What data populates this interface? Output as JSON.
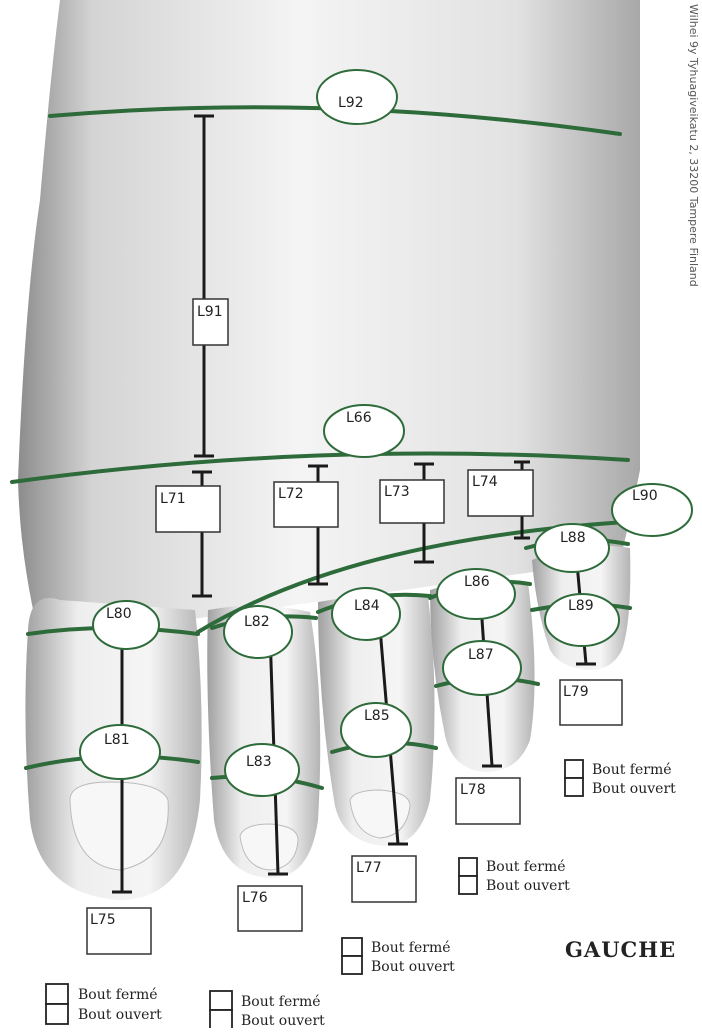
{
  "side_label": "GAUCHE",
  "margin_note": "Wilhei 9y Tyhuagiveikatu 2, 33200 Tampere Finland",
  "colors": {
    "circumference_line": "#2e6b3a",
    "length_line": "#1a1a1a",
    "skin_light": "#f2f2f2",
    "skin_shadow": "#9a9a9a"
  },
  "circumference_labels": {
    "L92": "L92",
    "L66": "L66",
    "L90": "L90",
    "L80": "L80",
    "L81": "L81",
    "L82": "L82",
    "L83": "L83",
    "L84": "L84",
    "L85": "L85",
    "L86": "L86",
    "L87": "L87",
    "L88": "L88",
    "L89": "L89"
  },
  "length_labels": {
    "L91": "L91",
    "L71": "L71",
    "L72": "L72",
    "L73": "L73",
    "L74": "L74",
    "L75": "L75",
    "L76": "L76",
    "L77": "L77",
    "L78": "L78",
    "L79": "L79"
  },
  "toe_tip_options": {
    "closed": "Bout fermé",
    "open": "Bout ouvert"
  }
}
